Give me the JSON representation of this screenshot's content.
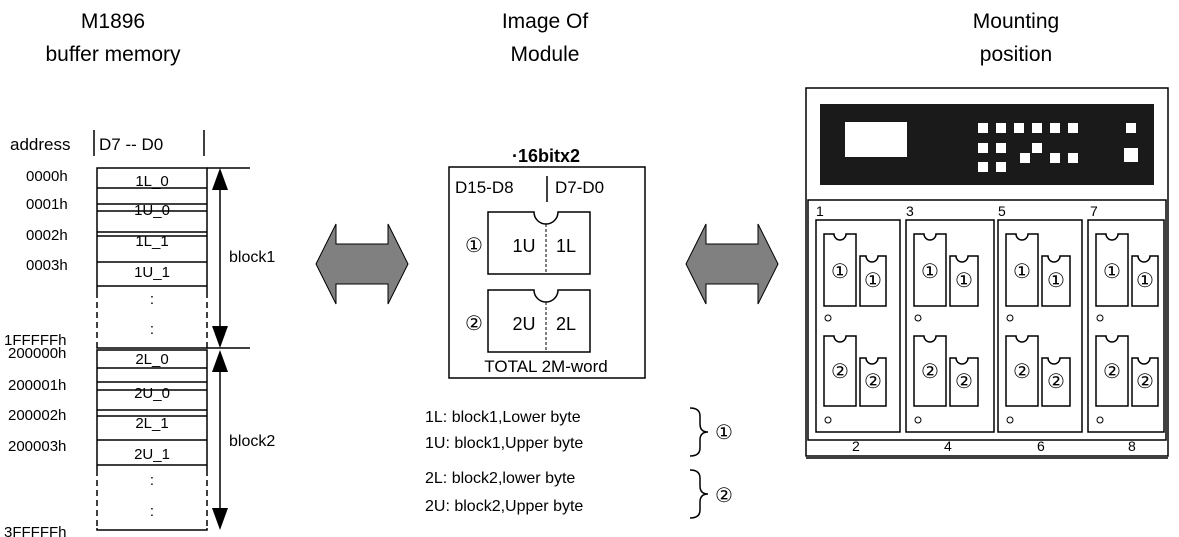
{
  "headers": {
    "left": [
      "M1896",
      "buffer memory"
    ],
    "center": [
      "Image Of",
      "Module"
    ],
    "right": [
      "Mounting",
      "position"
    ]
  },
  "memory_table": {
    "address_header": "address",
    "data_header": "D7 -- D0",
    "block1": {
      "label": "block1",
      "rows": [
        {
          "address": "0000h",
          "value": "1L_0"
        },
        {
          "address": "0001h",
          "value": "1U_0"
        },
        {
          "address": "0002h",
          "value": "1L_1"
        },
        {
          "address": "0003h",
          "value": "1U_1"
        }
      ],
      "end_address": "1FFFFFh"
    },
    "block2": {
      "label": "block2",
      "rows": [
        {
          "address": "200000h",
          "value": "2L_0"
        },
        {
          "address": "200001h",
          "value": "2U_0"
        },
        {
          "address": "200002h",
          "value": "2L_1"
        },
        {
          "address": "200003h",
          "value": "2U_1"
        }
      ],
      "end_address": "3FFFFFh"
    },
    "ellipsis": ":"
  },
  "module": {
    "width_label": "·16bitx2",
    "col_high": "D15-D8",
    "col_low": "D7-D0",
    "chip1": {
      "num": "①",
      "upper": "1U",
      "lower": "1L"
    },
    "chip2": {
      "num": "②",
      "upper": "2U",
      "lower": "2L"
    },
    "total": "TOTAL 2M-word"
  },
  "legend": {
    "items": [
      "1L: block1,Lower byte",
      "1U: block1,Upper byte",
      "2L: block2,lower byte",
      "2U: block2,Upper byte"
    ],
    "group1": "①",
    "group2": "②"
  },
  "board": {
    "slot_labels_top": [
      "1",
      "3",
      "5",
      "7"
    ],
    "slot_labels_bottom": [
      "2",
      "4",
      "6",
      "8"
    ],
    "socket_num_top": "①",
    "socket_num_bottom": "②"
  },
  "colors": {
    "arrow_fill": "#808080",
    "panel_fill": "#1a1a1a",
    "line": "#000000"
  }
}
